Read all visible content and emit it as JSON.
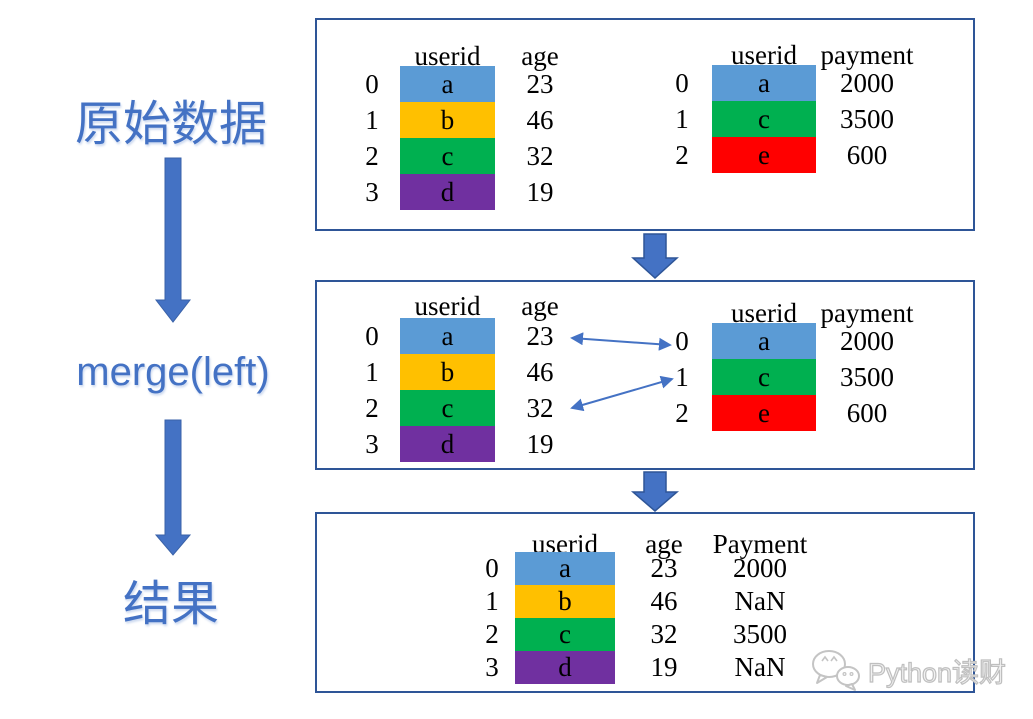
{
  "left_rail": {
    "original_data_label": "原始数据",
    "merge_label": "merge(left)",
    "result_label": "结果"
  },
  "colors": {
    "accent_blue": "#4472C4",
    "box_border": "#2E5597",
    "cell_blue": "#5B9BD5",
    "cell_yellow": "#FFC000",
    "cell_green": "#00B050",
    "cell_purple": "#7030A0",
    "cell_red": "#FF0000",
    "watermark_gray": "#C8C8C8"
  },
  "step1": {
    "left_table": {
      "header_userid": "userid",
      "header_age": "age",
      "rows": [
        {
          "index": "0",
          "userid": "a",
          "color": "#5B9BD5",
          "age": "23"
        },
        {
          "index": "1",
          "userid": "b",
          "color": "#FFC000",
          "age": "46"
        },
        {
          "index": "2",
          "userid": "c",
          "color": "#00B050",
          "age": "32"
        },
        {
          "index": "3",
          "userid": "d",
          "color": "#7030A0",
          "age": "19"
        }
      ]
    },
    "right_table": {
      "header_userid": "userid",
      "header_payment": "payment",
      "rows": [
        {
          "index": "0",
          "userid": "a",
          "color": "#5B9BD5",
          "payment": "2000"
        },
        {
          "index": "1",
          "userid": "c",
          "color": "#00B050",
          "payment": "3500"
        },
        {
          "index": "2",
          "userid": "e",
          "color": "#FF0000",
          "payment": "600"
        }
      ]
    }
  },
  "step2": {
    "left_table": {
      "header_userid": "userid",
      "header_age": "age",
      "rows": [
        {
          "index": "0",
          "userid": "a",
          "color": "#5B9BD5",
          "age": "23"
        },
        {
          "index": "1",
          "userid": "b",
          "color": "#FFC000",
          "age": "46"
        },
        {
          "index": "2",
          "userid": "c",
          "color": "#00B050",
          "age": "32"
        },
        {
          "index": "3",
          "userid": "d",
          "color": "#7030A0",
          "age": "19"
        }
      ]
    },
    "right_table": {
      "header_userid": "userid",
      "header_payment": "payment",
      "rows": [
        {
          "index": "0",
          "userid": "a",
          "color": "#5B9BD5",
          "payment": "2000"
        },
        {
          "index": "1",
          "userid": "c",
          "color": "#00B050",
          "payment": "3500"
        },
        {
          "index": "2",
          "userid": "e",
          "color": "#FF0000",
          "payment": "600"
        }
      ]
    }
  },
  "step3": {
    "table": {
      "header_userid": "userid",
      "header_age": "age",
      "header_payment": "Payment",
      "rows": [
        {
          "index": "0",
          "userid": "a",
          "color": "#5B9BD5",
          "age": "23",
          "payment": "2000"
        },
        {
          "index": "1",
          "userid": "b",
          "color": "#FFC000",
          "age": "46",
          "payment": "NaN"
        },
        {
          "index": "2",
          "userid": "c",
          "color": "#00B050",
          "age": "32",
          "payment": "3500"
        },
        {
          "index": "3",
          "userid": "d",
          "color": "#7030A0",
          "age": "19",
          "payment": "NaN"
        }
      ]
    }
  },
  "watermark": {
    "text": "Python读财"
  }
}
